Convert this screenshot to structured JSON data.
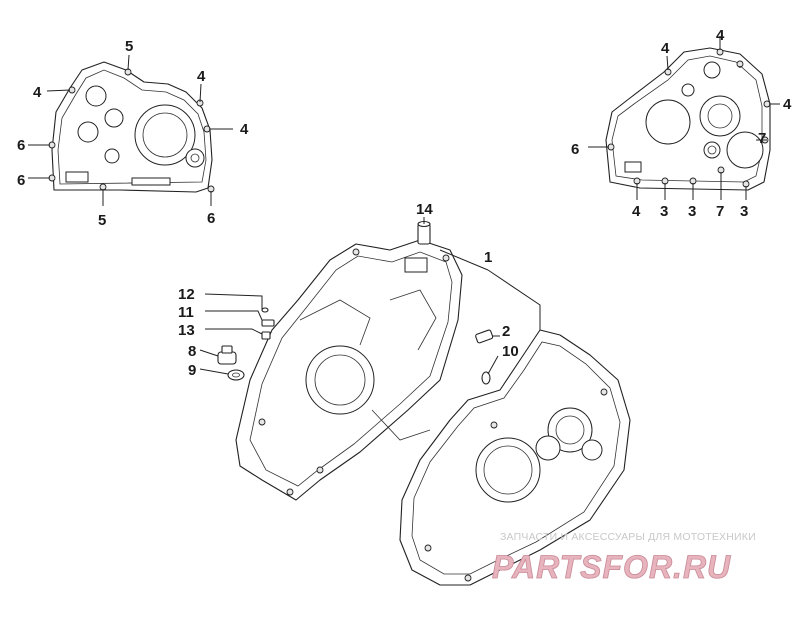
{
  "callouts": {
    "c1": "1",
    "c2": "2",
    "c3a": "3",
    "c3b": "3",
    "c3c": "3",
    "c4a": "4",
    "c4b": "4",
    "c4c": "4",
    "c4d": "4",
    "c4e": "4",
    "c4f": "4",
    "c4g": "4",
    "c5a": "5",
    "c5b": "5",
    "c6a": "6",
    "c6b": "6",
    "c6c": "6",
    "c6d": "6",
    "c7a": "7",
    "c7b": "7",
    "c8": "8",
    "c9": "9",
    "c10": "10",
    "c11": "11",
    "c12": "12",
    "c13": "13",
    "c14": "14"
  },
  "watermark": {
    "caption": "ЗАПЧАСТИ И АКСЕССУАРЫ ДЛЯ МОТОТЕХНИКИ",
    "logo": "PARTSFOR.RU",
    "color": "#e7b3bd"
  }
}
